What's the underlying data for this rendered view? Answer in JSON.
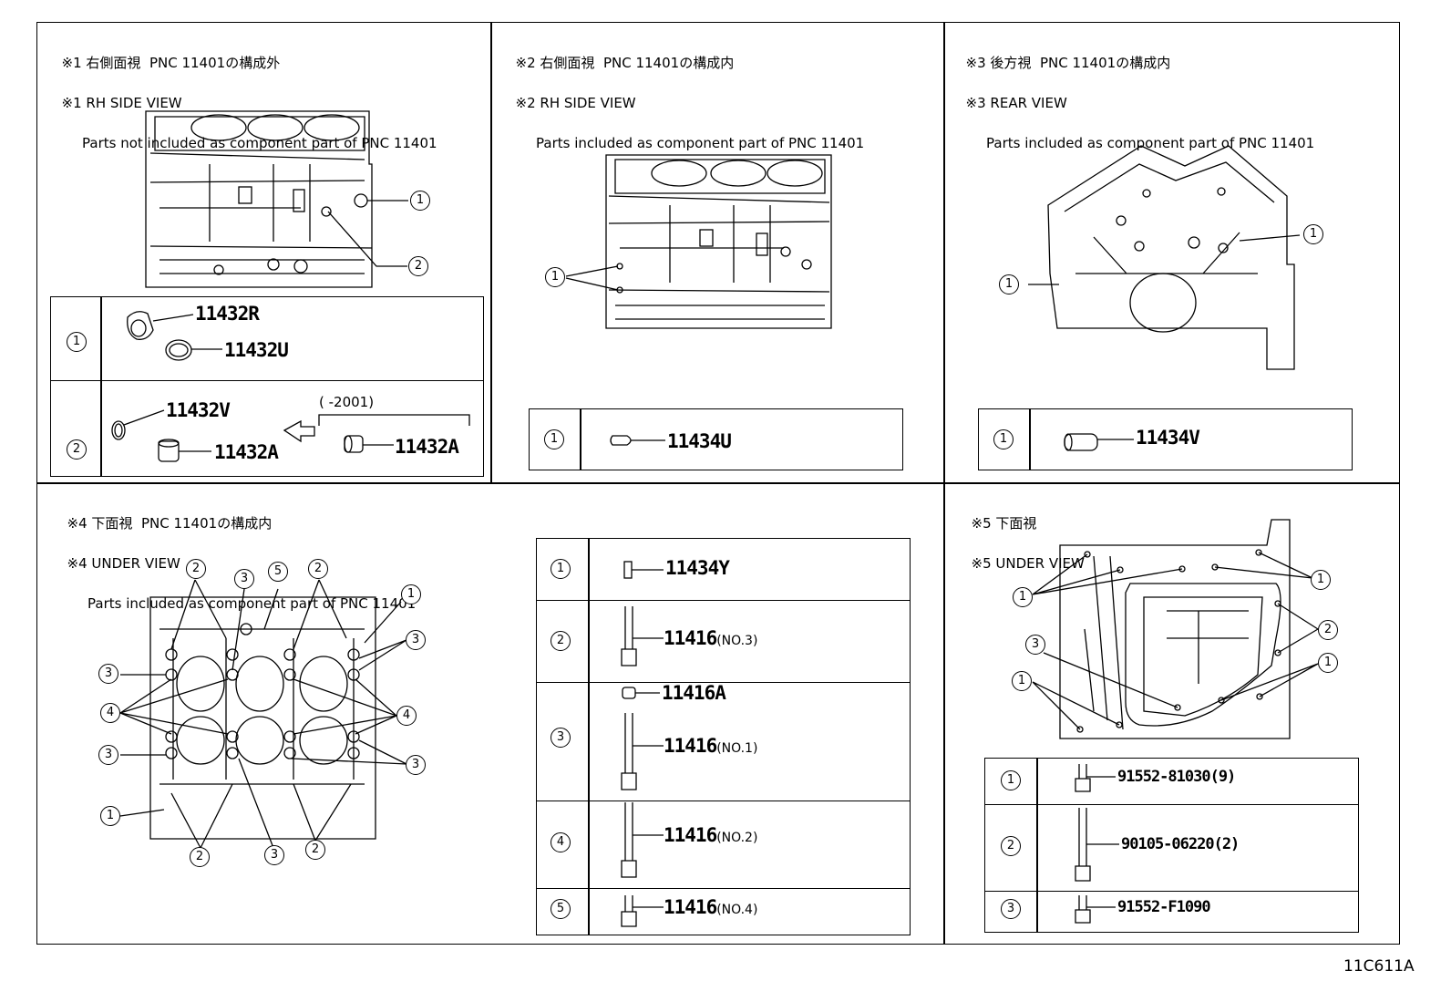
{
  "panels": {
    "p1": {
      "jp": "※1 右側面視  PNC 11401の構成外",
      "en": "※1 RH SIDE VIEW",
      "desc": "Parts not included as component part of PNC 11401"
    },
    "p2": {
      "jp": "※2 右側面視  PNC 11401の構成内",
      "en": "※2 RH SIDE VIEW",
      "desc": "Parts included as component part of PNC 11401"
    },
    "p3": {
      "jp": "※3 後方視  PNC 11401の構成内",
      "en": "※3 REAR VIEW",
      "desc": "Parts included as component part of PNC 11401"
    },
    "p4": {
      "jp": "※4 下面視  PNC 11401の構成内",
      "en": "※4 UNDER VIEW",
      "desc": "Parts included as component part of PNC 11401"
    },
    "p5": {
      "jp": "※5 下面視",
      "en": "※5 UNDER VIEW"
    }
  },
  "callouts": {
    "c1": "1",
    "c2": "2",
    "c3": "3",
    "c4": "4",
    "c5": "5"
  },
  "parts": {
    "p1_a": "11432R",
    "p1_b": "11432U",
    "p1_c": "11432V",
    "p1_d": "11432A",
    "p1_e": "11432A",
    "p1_range": "(       -2001)",
    "p2_a": "11434U",
    "p3_a": "11434V",
    "p4_1": "11434Y",
    "p4_2": "11416",
    "p4_2n": "(NO.3)",
    "p4_3a": "11416A",
    "p4_3": "11416",
    "p4_3n": "(NO.1)",
    "p4_4": "11416",
    "p4_4n": "(NO.2)",
    "p4_5": "11416",
    "p4_5n": "(NO.4)",
    "p5_1": "91552-81030(9)",
    "p5_2": "90105-06220(2)",
    "p5_3": "91552-F1090"
  },
  "footer_code": "11C611A"
}
